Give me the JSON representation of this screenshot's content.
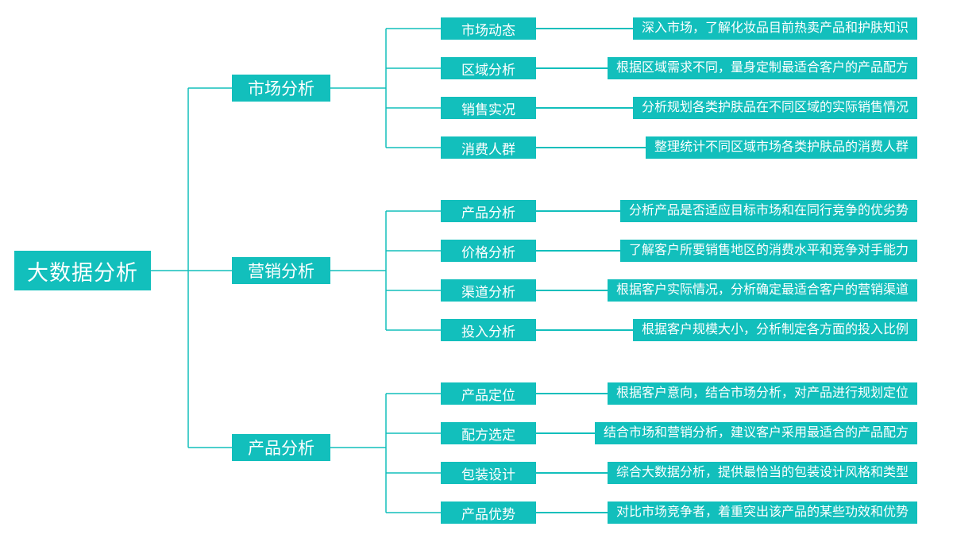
{
  "colors": {
    "accent": "#12bfbc",
    "background": "#ffffff",
    "text_on_accent": "#ffffff"
  },
  "chart_type": "mindmap",
  "root": {
    "label": "大数据分析"
  },
  "branches": [
    {
      "label": "市场分析",
      "children": [
        {
          "topic": "市场动态",
          "desc": "深入市场，了解化妆品目前热卖产品和护肤知识"
        },
        {
          "topic": "区域分析",
          "desc": "根据区域需求不同，量身定制最适合客户的产品配方"
        },
        {
          "topic": "销售实况",
          "desc": "分析规划各类护肤品在不同区域的实际销售情况"
        },
        {
          "topic": "消费人群",
          "desc": "整理统计不同区域市场各类护肤品的消费人群"
        }
      ]
    },
    {
      "label": "营销分析",
      "children": [
        {
          "topic": "产品分析",
          "desc": "分析产品是否适应目标市场和在同行竞争的优劣势"
        },
        {
          "topic": "价格分析",
          "desc": "了解客户所要销售地区的消费水平和竞争对手能力"
        },
        {
          "topic": "渠道分析",
          "desc": "根据客户实际情况，分析确定最适合客户的营销渠道"
        },
        {
          "topic": "投入分析",
          "desc": "根据客户规模大小，分析制定各方面的投入比例"
        }
      ]
    },
    {
      "label": "产品分析",
      "children": [
        {
          "topic": "产品定位",
          "desc": "根据客户意向，结合市场分析，对产品进行规划定位"
        },
        {
          "topic": "配方选定",
          "desc": "结合市场和营销分析，建议客户采用最适合的产品配方"
        },
        {
          "topic": "包装设计",
          "desc": "综合大数据分析，提供最恰当的包装设计风格和类型"
        },
        {
          "topic": "产品优势",
          "desc": "对比市场竞争者，着重突出该产品的某些功效和优势"
        }
      ]
    }
  ]
}
